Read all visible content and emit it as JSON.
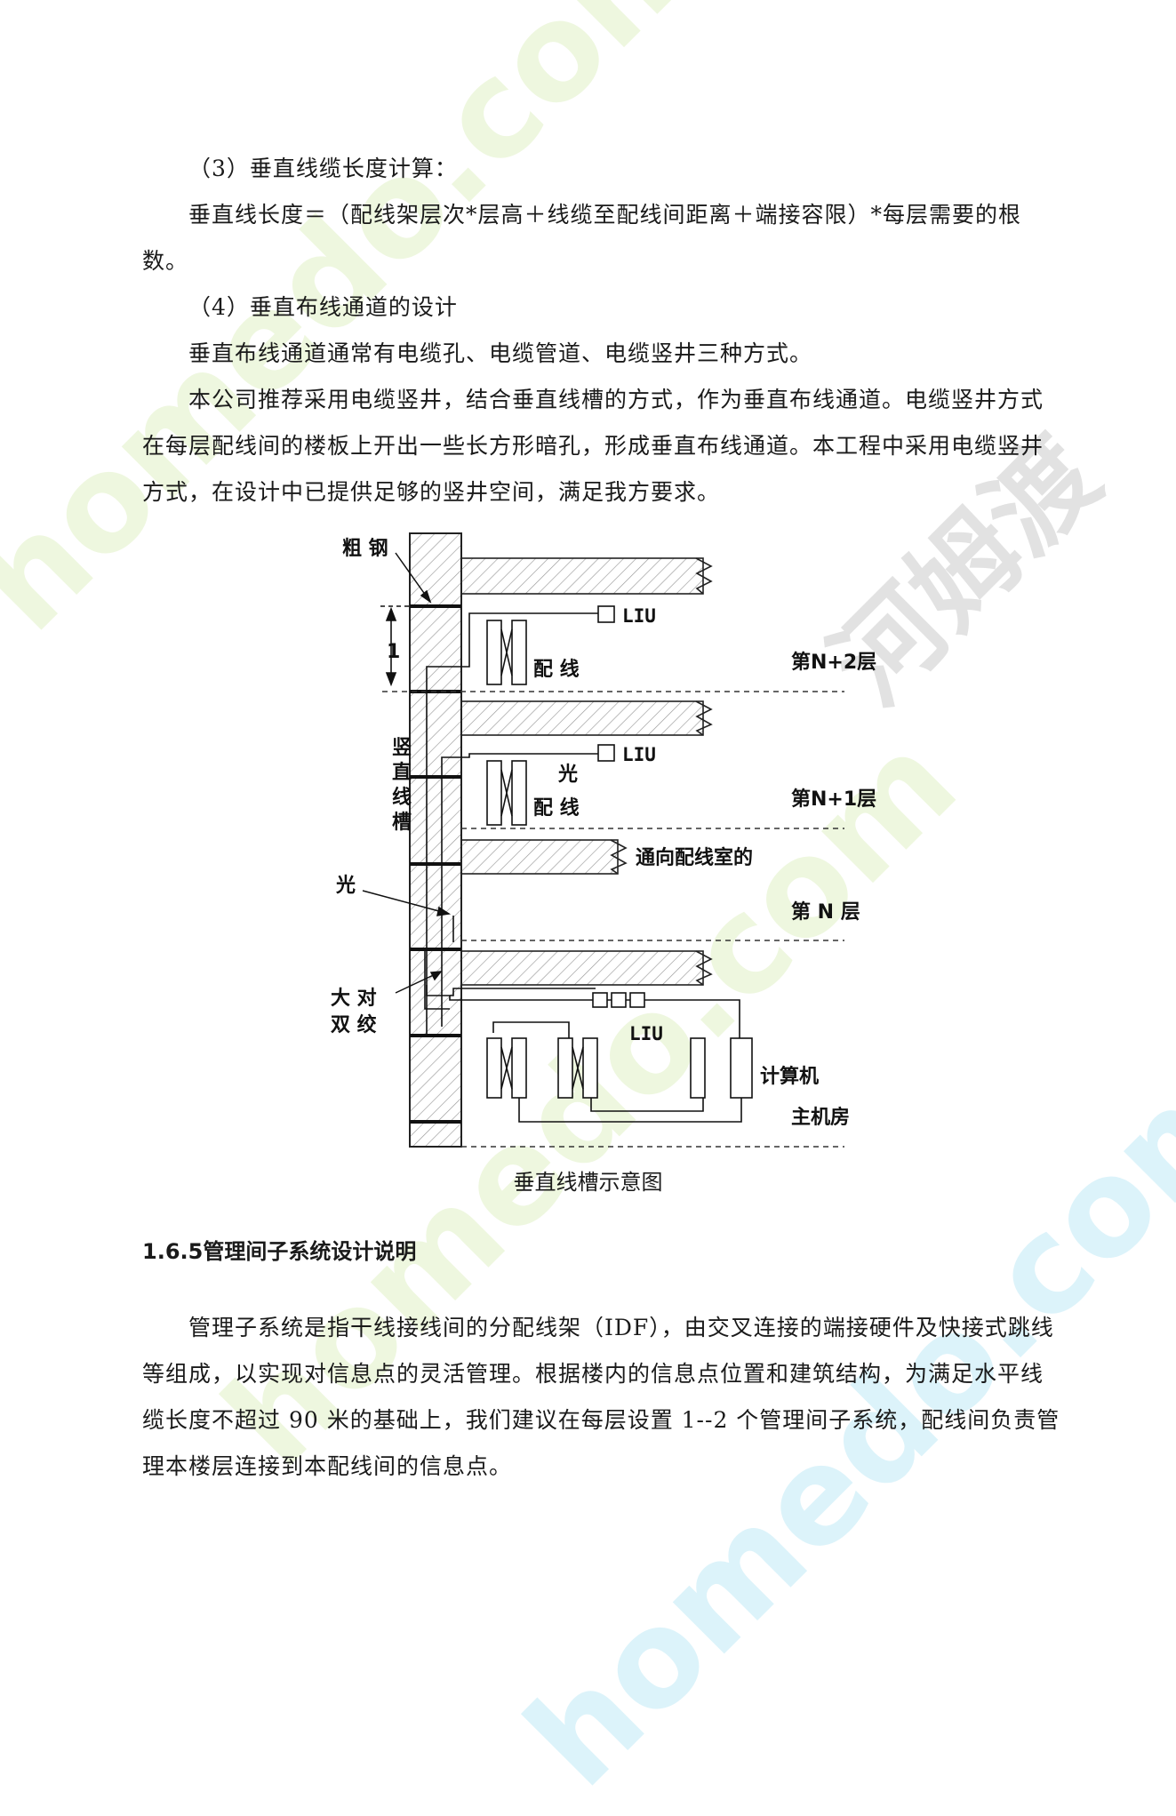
{
  "paragraphs": {
    "p1": "（3）垂直线缆长度计算：",
    "p2": "垂直线长度＝（配线架层次*层高＋线缆至配线间距离＋端接容限）*每层需要的根数。",
    "p3": "（4）垂直布线通道的设计",
    "p4": "垂直布线通道通常有电缆孔、电缆管道、电缆竖井三种方式。",
    "p5": "本公司推荐采用电缆竖井，结合垂直线槽的方式，作为垂直布线通道。电缆竖井方式在每层配线间的楼板上开出一些长方形暗孔，形成垂直布线通道。本工程中采用电缆竖井方式，在设计中已提供足够的竖井空间，满足我方要求。"
  },
  "diagram": {
    "labels": {
      "cu_gang": "粗 钢",
      "one": "1",
      "liu_top": "LIU",
      "pei_xian_1": "配 线",
      "floor_n2": "第N+2层",
      "shu": "竖",
      "zhi": "直",
      "xian": "线",
      "cao": "槽",
      "liu_mid": "LIU",
      "guang_1": "光",
      "pei_xian_2": "配 线",
      "floor_n1": "第N+1层",
      "tong_xiang": "通向配线室的",
      "guang_2": "光",
      "floor_n": "第 N 层",
      "da_dui": "大 对",
      "shuang_jiao": "双 绞",
      "liu_bottom": "LIU",
      "computer": "计算机",
      "main_room": "主机房"
    },
    "caption": "垂直线槽示意图"
  },
  "section": {
    "heading": "1.6.5管理间子系统设计说明",
    "p1": "管理子系统是指干线接线间的分配线架（IDF），由交叉连接的端接硬件及快接式跳线等组成，以实现对信息点的灵活管理。根据楼内的信息点位置和建筑结构，为满足水平线缆长度不超过 90 米的基础上，我们建议在每层设置 1--2 个管理间子系统，配线间负责管理本楼层连接到本配线间的信息点。"
  },
  "watermark": {
    "text": "homedo.com",
    "brand": "河姆渡"
  }
}
